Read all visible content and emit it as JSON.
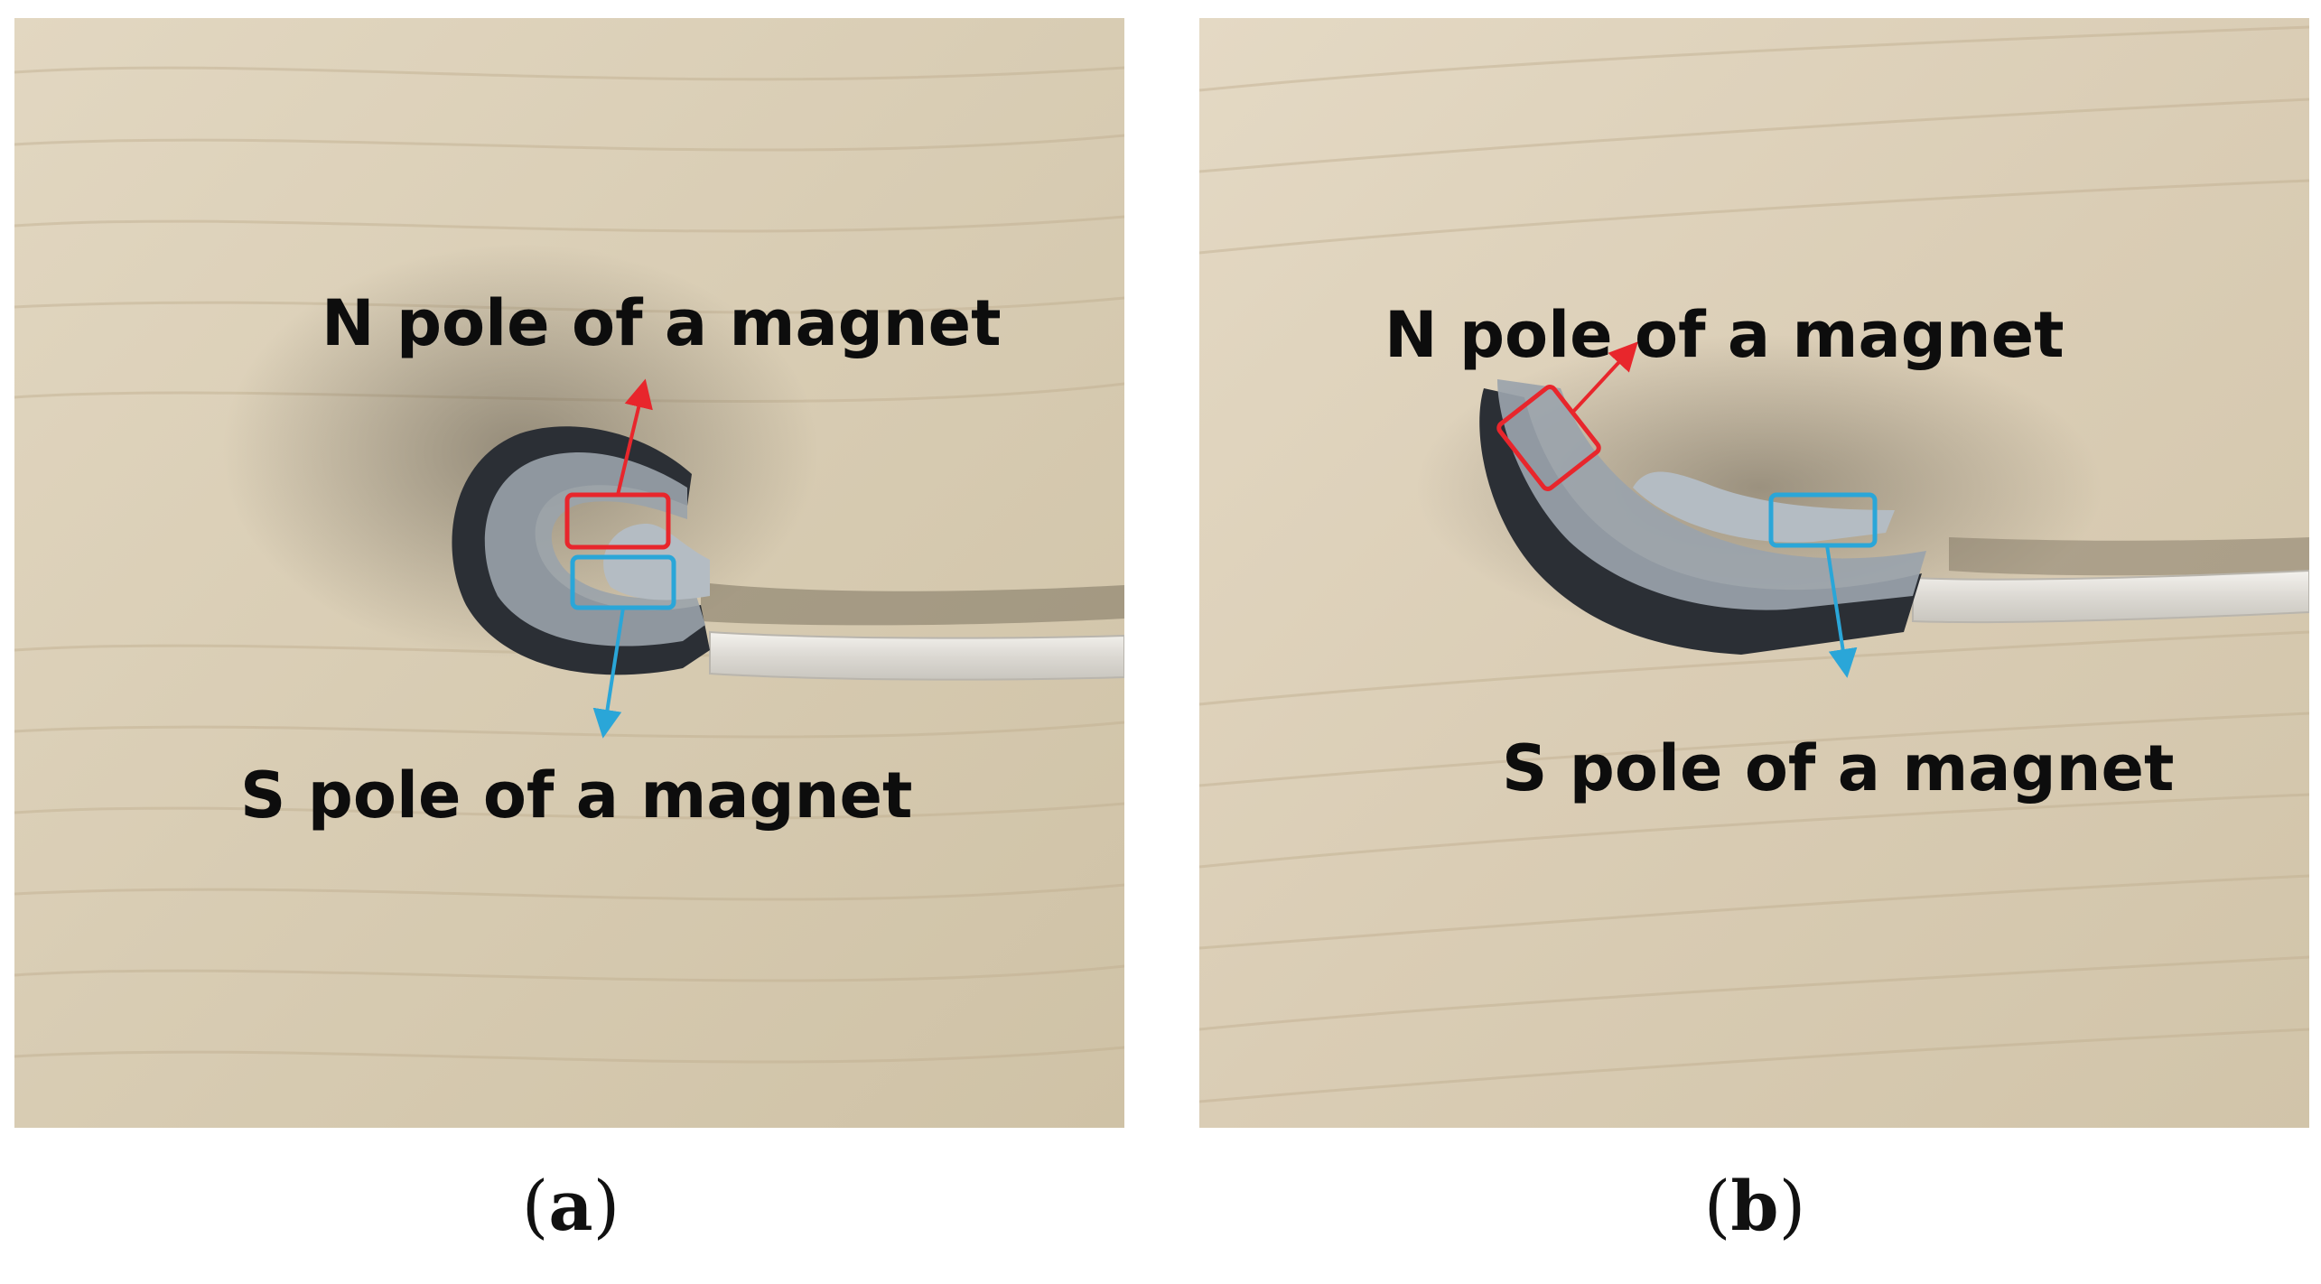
{
  "panels": [
    {
      "id": "a",
      "caption_letter": "a",
      "n_label": "N pole of a magnet",
      "s_label": "S pole of a magnet"
    },
    {
      "id": "b",
      "caption_letter": "b",
      "n_label": "N pole of a magnet",
      "s_label": "S pole of a magnet"
    }
  ],
  "colors": {
    "n_pole_marker": "#e8262c",
    "s_pole_marker": "#2aa6d8",
    "background_wood": "#d9cdb5",
    "actuator_dark": "#2b2f35",
    "actuator_gel": "#9aa3ab",
    "tube": "#e8e6e2"
  }
}
